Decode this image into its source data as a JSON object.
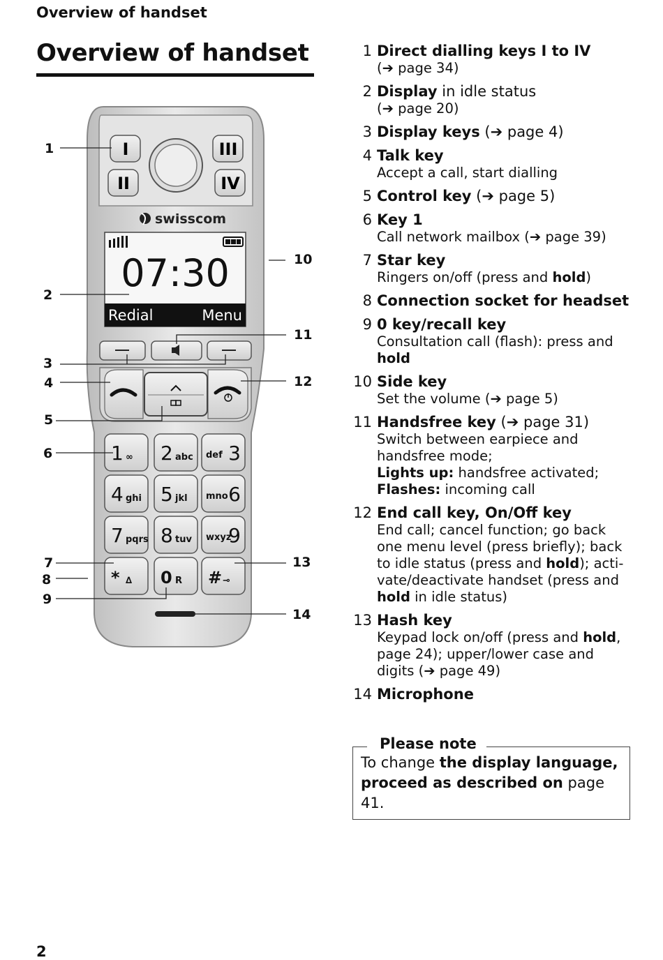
{
  "header": {
    "running_head": "Overview of handset",
    "title": "Overview of handset"
  },
  "page_number": "2",
  "phone": {
    "brand": "swisscom",
    "time": "07:30",
    "softkey_left": "Redial",
    "softkey_right": "Menu",
    "direct_keys": [
      "I",
      "III",
      "II",
      "IV"
    ],
    "keypad": [
      {
        "digit": "1",
        "letters": "∞"
      },
      {
        "digit": "2",
        "letters": "abc"
      },
      {
        "digit": "3",
        "letters": "def"
      },
      {
        "digit": "4",
        "letters": "ghi"
      },
      {
        "digit": "5",
        "letters": "jkl"
      },
      {
        "digit": "6",
        "letters": "mno"
      },
      {
        "digit": "7",
        "letters": "pqrs"
      },
      {
        "digit": "8",
        "letters": "tuv"
      },
      {
        "digit": "9",
        "letters": "wxyz"
      },
      {
        "digit": "*",
        "letters": "∆"
      },
      {
        "digit": "0",
        "letters": "R"
      },
      {
        "digit": "#",
        "letters": "⊸"
      }
    ],
    "callouts": [
      "1",
      "2",
      "3",
      "4",
      "5",
      "6",
      "7",
      "8",
      "9",
      "10",
      "11",
      "12",
      "13",
      "14"
    ]
  },
  "legend": [
    {
      "num": "1",
      "title": "Direct dialling keys I to IV",
      "rest": "",
      "desc_html": "(➔ page 34)"
    },
    {
      "num": "2",
      "title": "Display",
      "rest": " in idle status",
      "desc_html": "(➔ page 20)"
    },
    {
      "num": "3",
      "title": "Display keys",
      "rest": " (➔ page 4)",
      "desc_html": ""
    },
    {
      "num": "4",
      "title": "Talk key",
      "rest": "",
      "desc_html": "Accept a call, start dialling"
    },
    {
      "num": "5",
      "title": "Control key",
      "rest": " (➔ page 5)",
      "desc_html": ""
    },
    {
      "num": "6",
      "title": "Key 1",
      "rest": "",
      "desc_html": "Call network mailbox (➔ page 39)"
    },
    {
      "num": "7",
      "title": "Star key",
      "rest": "",
      "desc_html": "Ringers on/off (press and <b>hold</b>)"
    },
    {
      "num": "8",
      "title": "Connection socket for headset",
      "rest": "",
      "desc_html": ""
    },
    {
      "num": "9",
      "title": "0 key/recall key",
      "rest": "",
      "desc_html": "Consultation call (flash): press and <b>hold</b>"
    },
    {
      "num": "10",
      "title": "Side key",
      "rest": "",
      "desc_html": "Set the volume (➔ page 5)"
    },
    {
      "num": "11",
      "title": "Handsfree key",
      "rest": " (➔ page 31)",
      "desc_html": "Switch between earpiece and handsfree mode;<br><b>Lights up:</b> handsfree activated;<br><b>Flashes:</b> incoming call"
    },
    {
      "num": "12",
      "title": "End call key, On/Off key",
      "rest": "",
      "desc_html": "End call; cancel function; go back one menu level (press briefly); back to idle status (press and <b>hold</b>); acti-vate/deactivate handset (press and <b>hold</b> in idle status)"
    },
    {
      "num": "13",
      "title": "Hash key",
      "rest": "",
      "desc_html": "Keypad lock on/off (press and <b>hold</b>, page 24); upper/lower case and digits (➔ page 49)"
    },
    {
      "num": "14",
      "title": "Microphone",
      "rest": "",
      "desc_html": ""
    }
  ],
  "note": {
    "title": "Please note",
    "text_before": "To change ",
    "text_bold": "the display language, proceed as described on",
    "text_after": " page 41."
  }
}
